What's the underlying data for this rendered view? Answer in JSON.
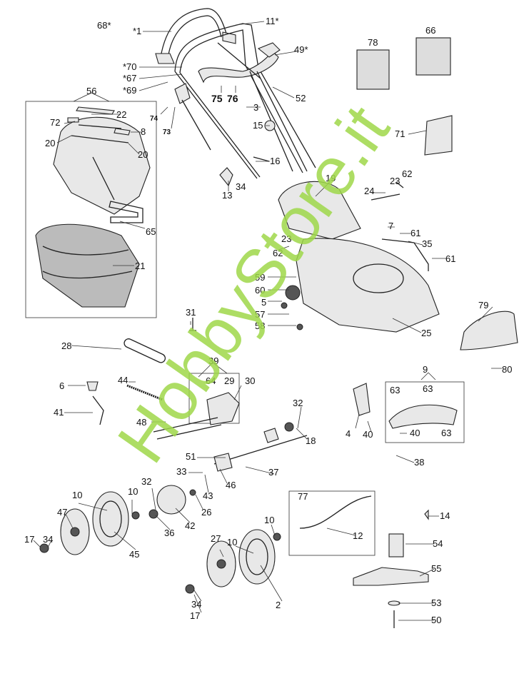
{
  "diagram": {
    "labels": [
      "68*",
      "*1",
      "11*",
      "49*",
      "*70",
      "*67",
      "*69",
      "75",
      "76",
      "52",
      "3",
      "15",
      "56",
      "22",
      "72",
      "8",
      "20",
      "20",
      "74",
      "73",
      "78",
      "66",
      "71",
      "16",
      "13",
      "34",
      "19",
      "23",
      "62",
      "24",
      "7",
      "61",
      "35",
      "61",
      "23",
      "62",
      "65",
      "21",
      "59",
      "60",
      "5",
      "57",
      "58",
      "25",
      "79",
      "80",
      "31",
      "28",
      "39",
      "64",
      "29",
      "30",
      "44",
      "6",
      "41",
      "48",
      "9",
      "63",
      "63",
      "63",
      "4",
      "40",
      "40",
      "32",
      "18",
      "38",
      "51",
      "33",
      "43",
      "46",
      "37",
      "32",
      "10",
      "10",
      "47",
      "26",
      "36",
      "42",
      "45",
      "17",
      "34",
      "77",
      "12",
      "14",
      "54",
      "55",
      "53",
      "50",
      "10",
      "27",
      "10",
      "2",
      "34",
      "17"
    ]
  },
  "watermark": {
    "text": "HobbyStore.it",
    "color": "#9fd84a"
  }
}
